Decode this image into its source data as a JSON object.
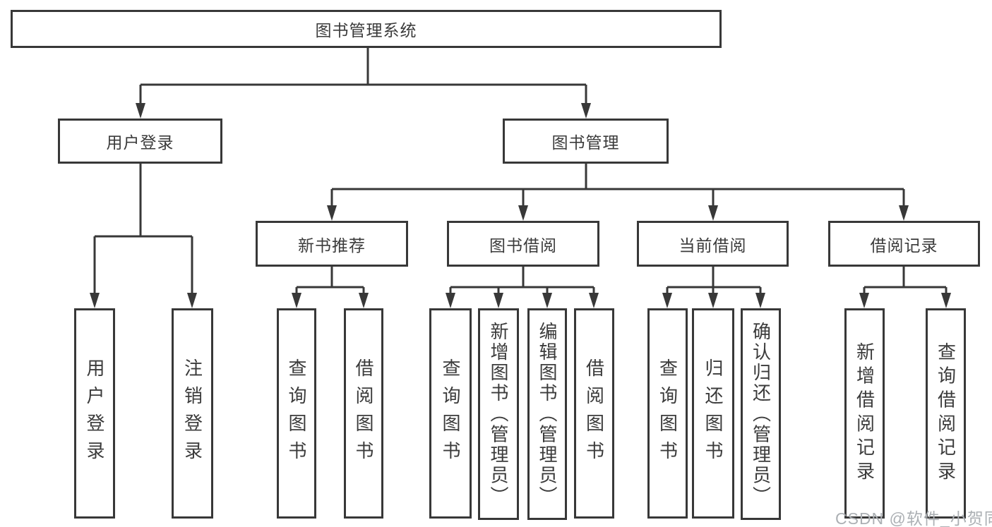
{
  "diagram": {
    "title_box": "图书管理系统",
    "branches": [
      {
        "label": "用户登录",
        "children": [
          "用户登录",
          "注销登录"
        ]
      },
      {
        "label": "图书管理",
        "children": [
          {
            "label": "新书推荐",
            "children": [
              "查询图书",
              "借阅图书"
            ]
          },
          {
            "label": "图书借阅",
            "children": [
              "查询图书",
              "新增图书（管理员）",
              "编辑图书（管理员）",
              "借阅图书"
            ]
          },
          {
            "label": "当前借阅",
            "children": [
              "查询图书",
              "归还图书",
              "确认归还（管理员）"
            ]
          },
          {
            "label": "借阅记录",
            "children": [
              "新增借阅记录",
              "查询借阅记录"
            ]
          }
        ]
      }
    ],
    "watermark": "CSDN @软件_小贺同学",
    "colors": {
      "line": "#383838",
      "text": "#3b3b3b",
      "background": "#ffffff",
      "watermark": "#acb0b4"
    }
  }
}
